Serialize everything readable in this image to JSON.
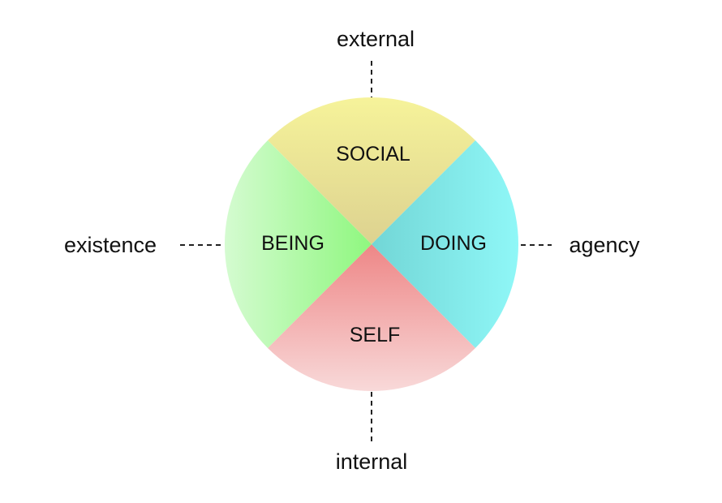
{
  "axes": {
    "top": "external",
    "bottom": "internal",
    "left": "existence",
    "right": "agency"
  },
  "quadrants": {
    "top": {
      "label": "SOCIAL",
      "color": "#f6f39a",
      "center_color": "#ddd290"
    },
    "right": {
      "label": "DOING",
      "color": "#8ff7f7",
      "center_color": "#72d6d6"
    },
    "bottom": {
      "label": "SELF",
      "color": "#f8d8d8",
      "center_color": "#ee8686"
    },
    "left": {
      "label": "BEING",
      "color": "#d4fbd0",
      "center_color": "#8ff77f"
    }
  }
}
